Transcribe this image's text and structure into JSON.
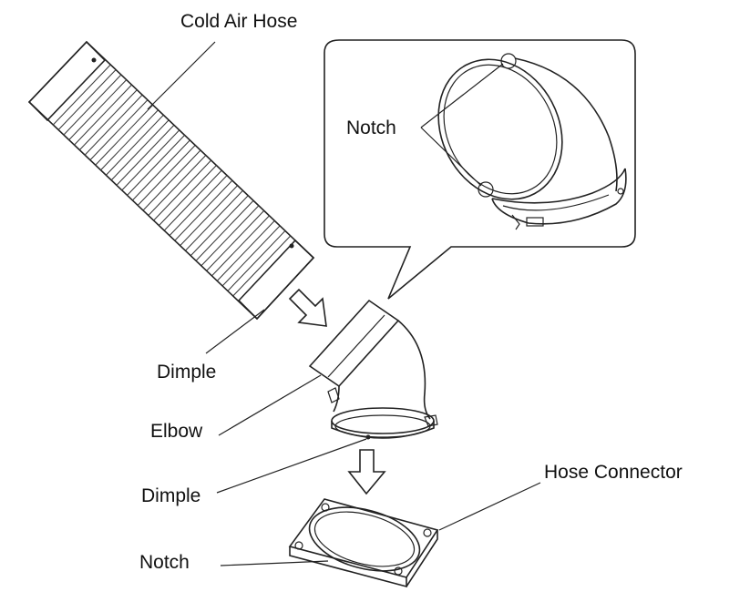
{
  "labels": {
    "cold_air_hose": "Cold Air Hose",
    "notch_inset": "Notch",
    "dimple_hose": "Dimple",
    "elbow": "Elbow",
    "dimple_elbow": "Dimple",
    "hose_connector": "Hose Connector",
    "notch_connector": "Notch"
  }
}
